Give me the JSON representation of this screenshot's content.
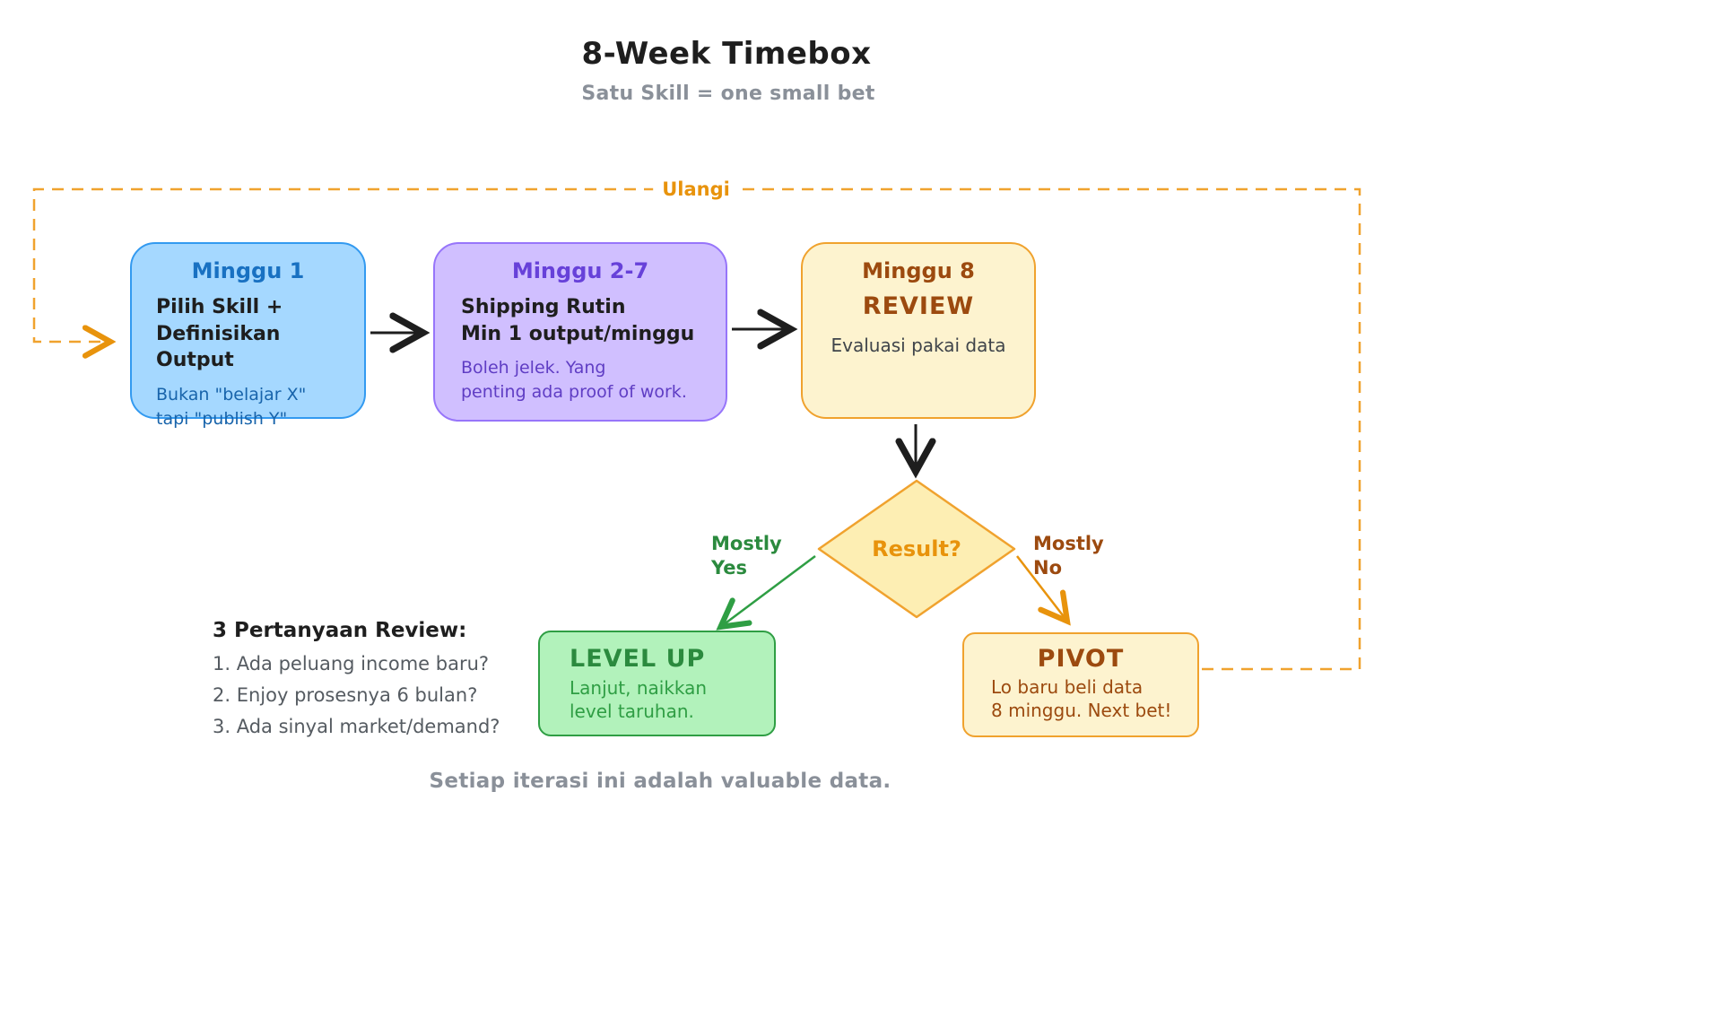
{
  "header": {
    "title": "8-Week Timebox",
    "subtitle": "Satu Skill = one small bet"
  },
  "loop": {
    "label": "Ulangi"
  },
  "boxes": {
    "minggu1": {
      "title": "Minggu 1",
      "body": "Pilih Skill +\nDefinisikan Output",
      "note": "Bukan \"belajar X\"\ntapi \"publish Y\""
    },
    "minggu27": {
      "title": "Minggu 2-7",
      "body": "Shipping Rutin\nMin 1 output/minggu",
      "note": "Boleh jelek. Yang\npenting ada proof of work."
    },
    "minggu8": {
      "title": "Minggu 8",
      "heading": "REVIEW",
      "note": "Evaluasi pakai data"
    },
    "levelup": {
      "title": "LEVEL UP",
      "note": "Lanjut, naikkan\nlevel taruhan."
    },
    "pivot": {
      "title": "PIVOT",
      "note": "Lo baru beli data\n8 minggu. Next bet!"
    }
  },
  "decision": {
    "label": "Result?",
    "yes_label": "Mostly\nYes",
    "no_label": "Mostly\nNo"
  },
  "review_questions": {
    "heading": "3 Pertanyaan Review:",
    "items": [
      "1. Ada peluang income baru?",
      "2. Enjoy prosesnya 6 bulan?",
      "3. Ada sinyal market/demand?"
    ]
  },
  "footer": {
    "caption": "Setiap iterasi ini adalah valuable data."
  },
  "colors": {
    "blue_fill": "#a5d8ff",
    "blue_stroke": "#339af0",
    "blue_text": "#1971c2",
    "purple_fill": "#d0bfff",
    "purple_stroke": "#9775fa",
    "purple_text": "#6741d9",
    "yellow_fill": "#fdf3cf",
    "yellow_stroke": "#f0a22e",
    "brown_text": "#9c4a0f",
    "green_fill": "#b2f2bb",
    "green_stroke": "#2f9e44",
    "green_text": "#2b8a3e",
    "loop_orange": "#e8930c",
    "arrow_black": "#1e1e1e",
    "gray_text": "#8a9099"
  }
}
